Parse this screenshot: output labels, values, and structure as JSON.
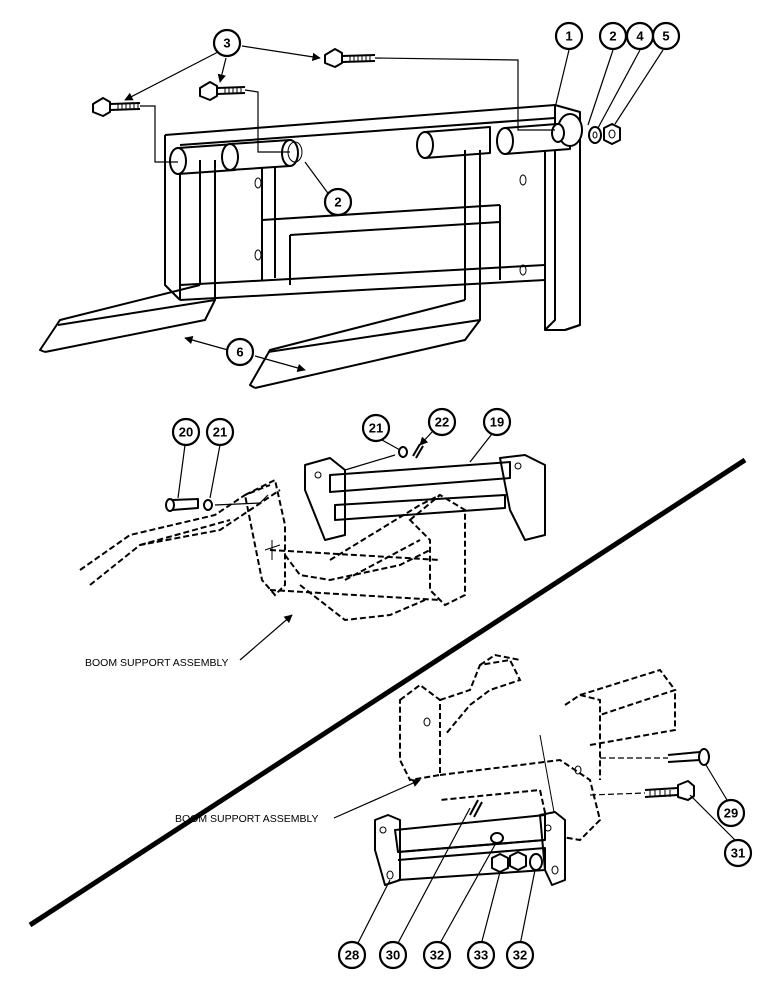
{
  "diagram": {
    "captions": {
      "boom_support_upper": "BOOM SUPPORT ASSEMBLY",
      "boom_support_lower": "BOOM SUPPORT ASSEMBLY"
    },
    "callouts": {
      "c1": "1",
      "c2a": "2",
      "c4": "4",
      "c5": "5",
      "c3": "3",
      "c2b": "2",
      "c6": "6",
      "c20": "20",
      "c21a": "21",
      "c21b": "21",
      "c22": "22",
      "c19": "19",
      "c29": "29",
      "c31": "31",
      "c28": "28",
      "c30": "30",
      "c32a": "32",
      "c33": "33",
      "c32b": "32"
    }
  }
}
